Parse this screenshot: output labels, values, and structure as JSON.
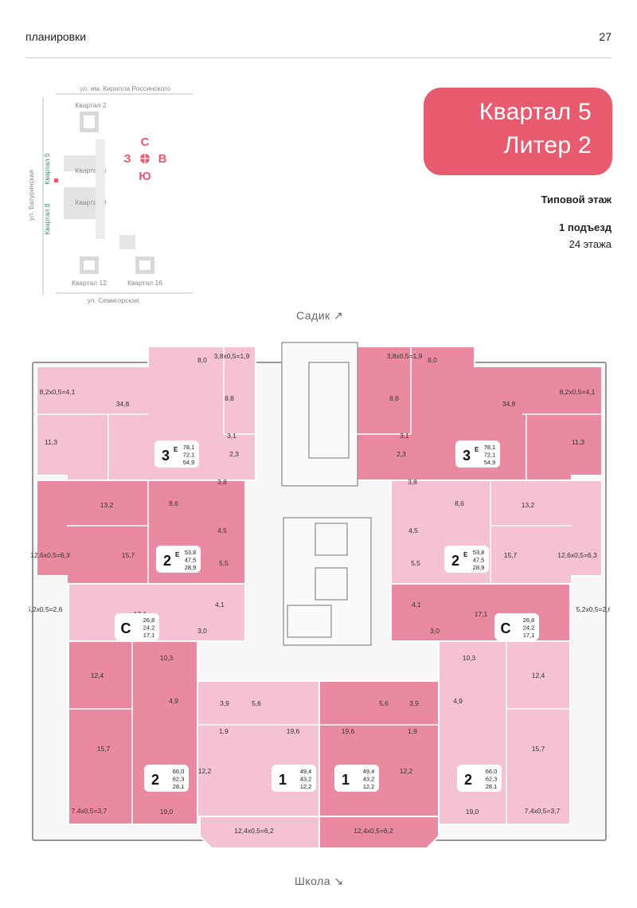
{
  "header": {
    "section": "планировки",
    "page_number": "27"
  },
  "badge": {
    "line1": "Квартал 5",
    "line2": "Литер 2"
  },
  "info": {
    "floor_type": "Типовой этаж",
    "entrances": "1 подъезд",
    "floors": "24 этажа"
  },
  "site_map": {
    "street_top": "ул. им. Кирилла Россинского",
    "street_bottom": "ул. Семигорская",
    "street_left": "ул. Батуринская",
    "blocks": [
      "Квартал 2",
      "Квартал 6",
      "Квартал 9",
      "Квартал 12",
      "Квартал 16"
    ],
    "vertical_labels": [
      "Квартал 5",
      "Квартал 8"
    ],
    "compass": {
      "n": "С",
      "w": "З",
      "e": "В",
      "s": "Ю"
    }
  },
  "directions": {
    "top": "Садик ↗",
    "bottom": "Школа ↘"
  },
  "colors": {
    "accent": "#e85a6e",
    "apt_dark": "#ea8aa2",
    "apt_light": "#f4c2d2",
    "apt_mid": "#ef9fb5"
  },
  "apartments": [
    {
      "type": "3",
      "superscript": "Е",
      "total": "78,1",
      "living": "72,1",
      "kitchen": "54,9"
    },
    {
      "type": "3",
      "superscript": "Е",
      "total": "78,1",
      "living": "72,1",
      "kitchen": "54,9"
    },
    {
      "type": "2",
      "superscript": "Е",
      "total": "53,8",
      "living": "47,5",
      "kitchen": "28,9"
    },
    {
      "type": "2",
      "superscript": "Е",
      "total": "53,8",
      "living": "47,5",
      "kitchen": "28,9"
    },
    {
      "type": "С",
      "superscript": "",
      "total": "26,8",
      "living": "24,2",
      "kitchen": "17,1"
    },
    {
      "type": "С",
      "superscript": "",
      "total": "26,8",
      "living": "24,2",
      "kitchen": "17,1"
    },
    {
      "type": "2",
      "superscript": "",
      "total": "66,0",
      "living": "62,3",
      "kitchen": "28,1"
    },
    {
      "type": "1",
      "superscript": "",
      "total": "49,4",
      "living": "43,2",
      "kitchen": "12,2"
    },
    {
      "type": "1",
      "superscript": "",
      "total": "49,4",
      "living": "43,2",
      "kitchen": "12,2"
    },
    {
      "type": "2",
      "superscript": "",
      "total": "66,0",
      "living": "62,3",
      "kitchen": "28,1"
    }
  ],
  "room_labels": [
    "8,2x0,5=4,1",
    "34,8",
    "11,3",
    "8,0",
    "8,8",
    "3,8x0,5=1,9",
    "3,1",
    "2,3",
    "3,8",
    "3,8x0,5=1,9",
    "8,0",
    "8,8",
    "3,1",
    "2,3",
    "34,8",
    "8,2x0,5=4,1",
    "11,3",
    "3,8",
    "13,2",
    "8,6",
    "4,5",
    "12,6x0,5=6,3",
    "15,7",
    "5,5",
    "8,6",
    "13,2",
    "4,5",
    "15,7",
    "12,6x0,5=6,3",
    "5,5",
    "5,2x0,5=2,6",
    "17,1",
    "4,1",
    "3,0",
    "4,1",
    "17,1",
    "5,2x0,5=2,6",
    "3,0",
    "10,3",
    "12,4",
    "4,9",
    "15,7",
    "7,4x0,5=3,7",
    "19,0",
    "3,9",
    "5,6",
    "1,9",
    "19,6",
    "12,2",
    "12,4x0,5=6,2",
    "19,6",
    "5,6",
    "3,9",
    "1,9",
    "12,2",
    "12,4x0,5=6,2",
    "10,3",
    "12,4",
    "4,9",
    "15,7",
    "19,0",
    "7,4x0,5=3,7"
  ]
}
